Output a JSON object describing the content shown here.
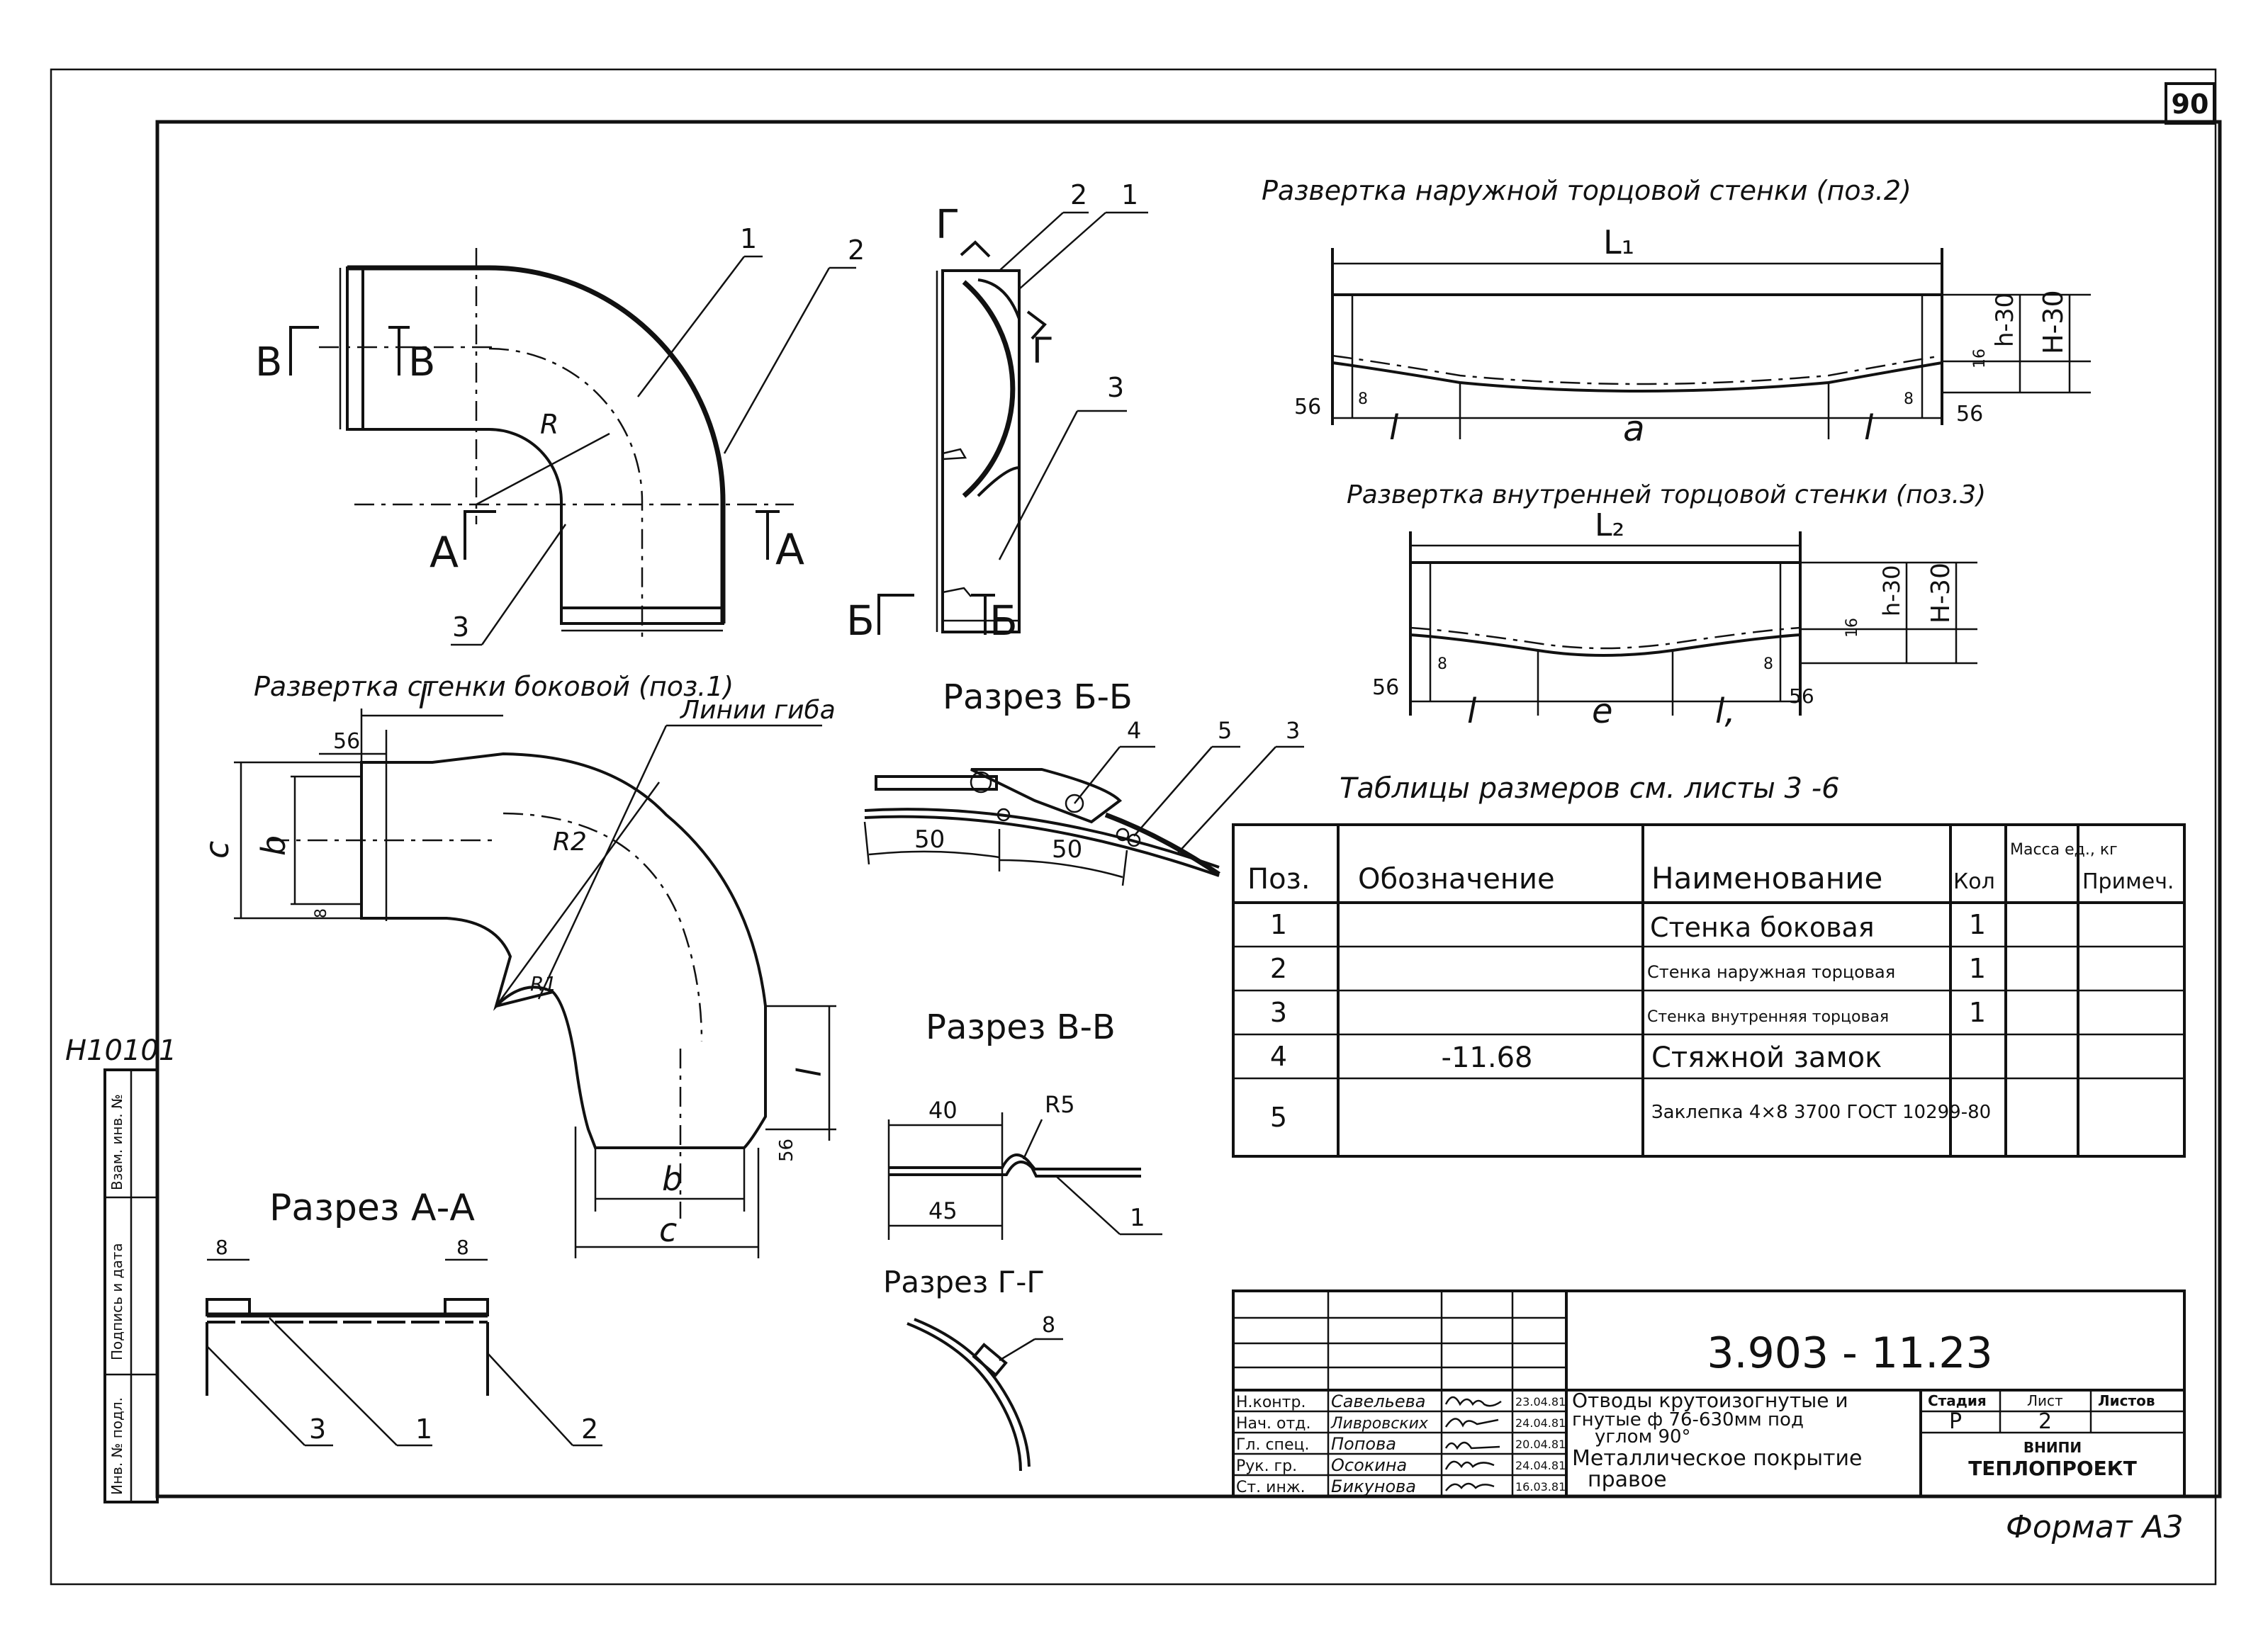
{
  "sheet": {
    "number": "90",
    "archive_no": "Н10101",
    "format": "Формат А3",
    "side_stamp": [
      "Инв. № подл.",
      "Подпись и дата",
      "Взам. инв. №"
    ]
  },
  "views": {
    "elbow": {
      "labels": {
        "p1": "1",
        "p2": "2",
        "p3": "3",
        "radius": "R",
        "cut_a_left": "А",
        "cut_a_right": "А",
        "cut_v_left": "В",
        "cut_v_right": "В"
      }
    },
    "side_view": {
      "labels": {
        "p1": "1",
        "p2": "2",
        "p3": "3",
        "cut_g_top": "Г",
        "cut_g_side": "Г",
        "cut_b_left": "Б",
        "cut_b_right": "Б"
      }
    },
    "dev_outer": {
      "title": "Развертка наружной торцовой стенки (поз.2)",
      "labels": {
        "L": "L₁",
        "l_left": "l",
        "a": "a",
        "l_right": "l",
        "h": "h-30",
        "H": "H-30",
        "d56_left": "56",
        "d56_right": "56",
        "d8_left": "8",
        "d8_right": "8",
        "d16": "16"
      }
    },
    "dev_inner": {
      "title": "Развертка внутренней торцовой стенки (поз.3)",
      "labels": {
        "L": "L₂",
        "l_left": "l",
        "e": "e",
        "l_right": "l,",
        "h": "h-30",
        "H": "H-30",
        "d56_left": "56",
        "d56_right": "56",
        "d8_left": "8",
        "d8_right": "8",
        "d16": "16"
      }
    },
    "dev_side": {
      "title": "Развертка стенки боковой (поз.1)",
      "labels": {
        "l_top": "l",
        "d56_top": "56",
        "c_left": "c",
        "b_left": "b",
        "d8": "8",
        "bend_lines": "Линии гиба",
        "R2": "R2",
        "R1": "R1",
        "l_right": "l",
        "d56_bottom": "56",
        "b_bottom": "b",
        "c_bottom": "c"
      }
    },
    "section_aa": {
      "title": "Разрез А-А",
      "labels": {
        "d8_left": "8",
        "d8_right": "8",
        "p3": "3",
        "p1": "1",
        "p2": "2"
      }
    },
    "section_bb": {
      "title": "Разрез Б-Б",
      "labels": {
        "p4": "4",
        "p5": "5",
        "p3": "3",
        "d50_left": "50",
        "d50_right": "50"
      }
    },
    "section_vv": {
      "title": "Разрез В-В",
      "labels": {
        "d40": "40",
        "R5": "R5",
        "d45": "45",
        "p1": "1"
      }
    },
    "section_gg": {
      "title": "Разрез Г-Г",
      "labels": {
        "d8": "8"
      }
    }
  },
  "table_note": "Таблицы размеров см. листы 3 -6",
  "spec_table": {
    "headers": [
      "Поз.",
      "Обозначение",
      "Наименование",
      "Кол",
      "Масса ед., кг",
      "Примеч."
    ],
    "rows": [
      [
        "1",
        "",
        "Стенка боковая",
        "1",
        "",
        ""
      ],
      [
        "2",
        "",
        "Стенка наружная торцовая",
        "1",
        "",
        ""
      ],
      [
        "3",
        "",
        "Стенка внутренняя торцовая",
        "1",
        "",
        ""
      ],
      [
        "4",
        "-11.68",
        "Стяжной замок",
        "",
        "",
        ""
      ],
      [
        "5",
        "",
        "Заклепка 4×8 3700 ГОСТ 10299-80",
        "",
        "",
        ""
      ]
    ]
  },
  "title_block": {
    "code": "3.903 - 11.23",
    "people": [
      {
        "role": "Н.контр.",
        "name": "Савельева",
        "date": "23.04.81"
      },
      {
        "role": "Нач. отд.",
        "name": "Ливровских",
        "date": "24.04.81"
      },
      {
        "role": "Гл. спец.",
        "name": "Попова",
        "date": "20.04.81"
      },
      {
        "role": "Рук. гр.",
        "name": "Осокина",
        "date": "24.04.81"
      },
      {
        "role": "Ст. инж.",
        "name": "Бикунова",
        "date": "16.03.81"
      }
    ],
    "description": [
      "Отводы крутоизогнутые и",
      "гнутые ф 76-630мм под",
      "углом 90°",
      "Металлическое покрытие",
      "правое"
    ],
    "stage_label": "Стадия",
    "sheet_label": "Лист",
    "sheets_label": "Листов",
    "stage": "Р",
    "sheet": "2",
    "org_line1": "ВНИПИ",
    "org_line2": "ТЕПЛОПРОЕКТ"
  }
}
